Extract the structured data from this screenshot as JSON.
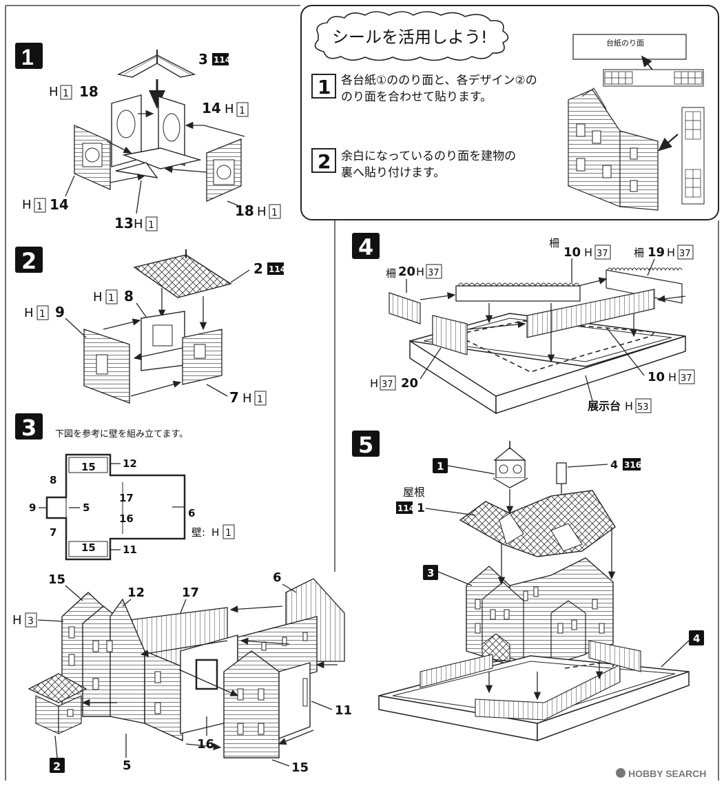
{
  "steps": [
    {
      "number": "1"
    },
    {
      "number": "2"
    },
    {
      "number": "3",
      "instruction": "下図を参考に壁を組み立てます。"
    },
    {
      "number": "4"
    },
    {
      "number": "5"
    }
  ],
  "tip_box": {
    "title": "シールを活用しよう!",
    "items": [
      {
        "number": "1",
        "text_line1": "各台紙①ののり面と、各デザイン②の",
        "text_line2": "のり面を合わせて貼ります。"
      },
      {
        "number": "2",
        "text_line1": "余白になっているのり面を建物の",
        "text_line2": "裏へ貼り付けます。"
      }
    ],
    "label_glue_side": "台紙のり面"
  },
  "step1": {
    "part3": "3",
    "part3_sheet": "114",
    "part18a": "18",
    "part18a_h": "1",
    "part14a": "14",
    "part14a_h": "1",
    "part14b": "14",
    "part14b_h": "1",
    "part18b": "18",
    "part18b_h": "1",
    "part13": "13",
    "part13_h": "1",
    "h": "H"
  },
  "step2": {
    "part2": "2",
    "part2_sheet": "114",
    "part8": "8",
    "part8_h": "1",
    "part9": "9",
    "part9_h": "1",
    "part7": "7",
    "part7_h": "1"
  },
  "step3": {
    "labels": [
      "15",
      "12",
      "8",
      "9",
      "5",
      "17",
      "16",
      "6",
      "7",
      "15",
      "11"
    ],
    "wall_note": "壁:",
    "wall_h": "1",
    "iso_labels": {
      "l15a": "15",
      "l12": "12",
      "l17": "17",
      "l6": "6",
      "h3": "3",
      "l11": "11",
      "l16": "16",
      "l5": "5",
      "l15b": "15",
      "l2": "2"
    }
  },
  "step4": {
    "fence_kanji": "柵",
    "p10a": "10",
    "p10a_h": "37",
    "p19": "19",
    "p19_h": "37",
    "p20a": "20",
    "p20a_h": "37",
    "p20b": "20",
    "p20b_h": "37",
    "p10b": "10",
    "p10b_h": "37",
    "stand": "展示台",
    "stand_h": "53"
  },
  "step5": {
    "ref1": "1",
    "part4": "4",
    "part4_sheet": "316",
    "roof_label": "屋根",
    "roof_sheet": "114",
    "roof_part": "1",
    "ref3": "3",
    "ref4": "4"
  },
  "watermark": "HOBBY SEARCH"
}
